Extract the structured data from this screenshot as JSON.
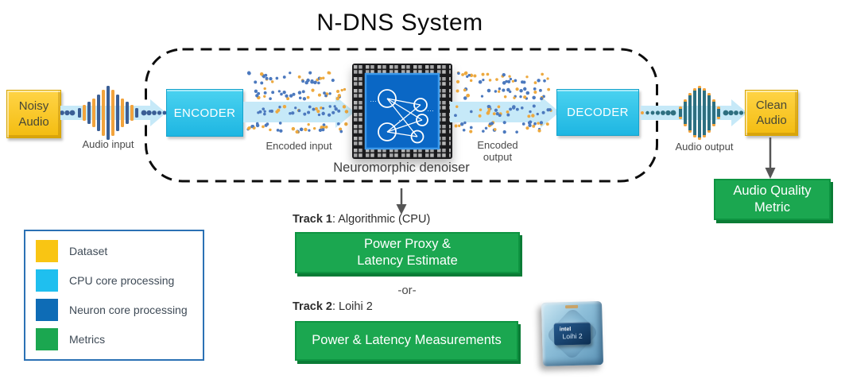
{
  "title": "N-DNS System",
  "system": {
    "noisy_audio": "Noisy Audio",
    "audio_input": "Audio input",
    "encoder": "ENCODER",
    "encoded_input": "Encoded input",
    "denoiser": "Neuromorphic denoiser",
    "encoded_output": "Encoded\noutput",
    "decoder": "DECODER",
    "audio_output": "Audio output",
    "clean_audio": "Clean Audio",
    "audio_quality_metric": "Audio Quality\nMetric"
  },
  "legend": {
    "items": [
      {
        "label": "Dataset",
        "color": "#F9C513"
      },
      {
        "label": "CPU core processing",
        "color": "#1FBFEF"
      },
      {
        "label": "Neuron core processing",
        "color": "#0E6CB6"
      },
      {
        "label": "Metrics",
        "color": "#1BA750"
      }
    ]
  },
  "evaluation": {
    "track1_name": "Track 1",
    "track1_desc": ": Algorithmic (CPU)",
    "track1_box": "Power Proxy &\nLatency Estimate",
    "or": "-or-",
    "track2_name": "Track 2",
    "track2_desc": ": Loihi 2",
    "track2_box": "Power & Latency Measurements",
    "loihi_brand": "intel",
    "loihi_model": "Loihi 2"
  },
  "colors": {
    "flow_arrow": "#C6E9F8",
    "wave_orange": "#F2A33C",
    "wave_navy": "#3A5E95",
    "wave_teal": "#2E6F80",
    "raster_blue": "#4C79BE",
    "raster_orange": "#EDA93F",
    "arrow_gray": "#555555"
  }
}
